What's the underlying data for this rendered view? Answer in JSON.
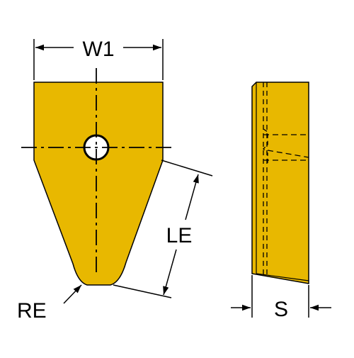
{
  "labels": {
    "width": "W1",
    "length": "LE",
    "radius": "RE",
    "thickness": "S"
  },
  "colors": {
    "insert_fill": "#E8B800",
    "line": "#000000",
    "background": "#FFFFFF"
  }
}
